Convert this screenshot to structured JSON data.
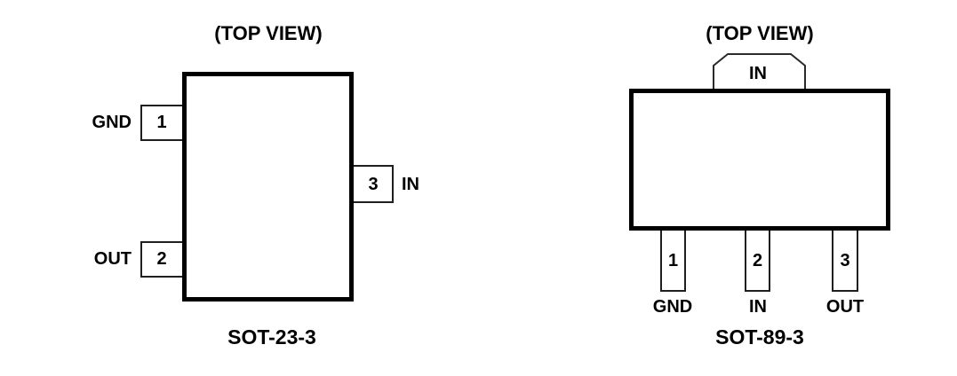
{
  "page": {
    "background": "#ffffff",
    "line_color": "#000000",
    "pin_border_color": "#1f1f1f",
    "text_color": "#000000"
  },
  "diagrams": [
    {
      "id": "sot-23-3",
      "view_label": "(TOP VIEW)",
      "package_name": "SOT-23-3",
      "pins": [
        {
          "number": "1",
          "name": "GND",
          "side": "left-top"
        },
        {
          "number": "2",
          "name": "OUT",
          "side": "left-bottom"
        },
        {
          "number": "3",
          "name": "IN",
          "side": "right-middle"
        }
      ]
    },
    {
      "id": "sot-89-3",
      "view_label": "(TOP VIEW)",
      "package_name": "SOT-89-3",
      "tab_label": "IN",
      "pins": [
        {
          "number": "1",
          "name": "GND",
          "side": "bottom"
        },
        {
          "number": "2",
          "name": "IN",
          "side": "bottom"
        },
        {
          "number": "3",
          "name": "OUT",
          "side": "bottom"
        }
      ]
    }
  ]
}
